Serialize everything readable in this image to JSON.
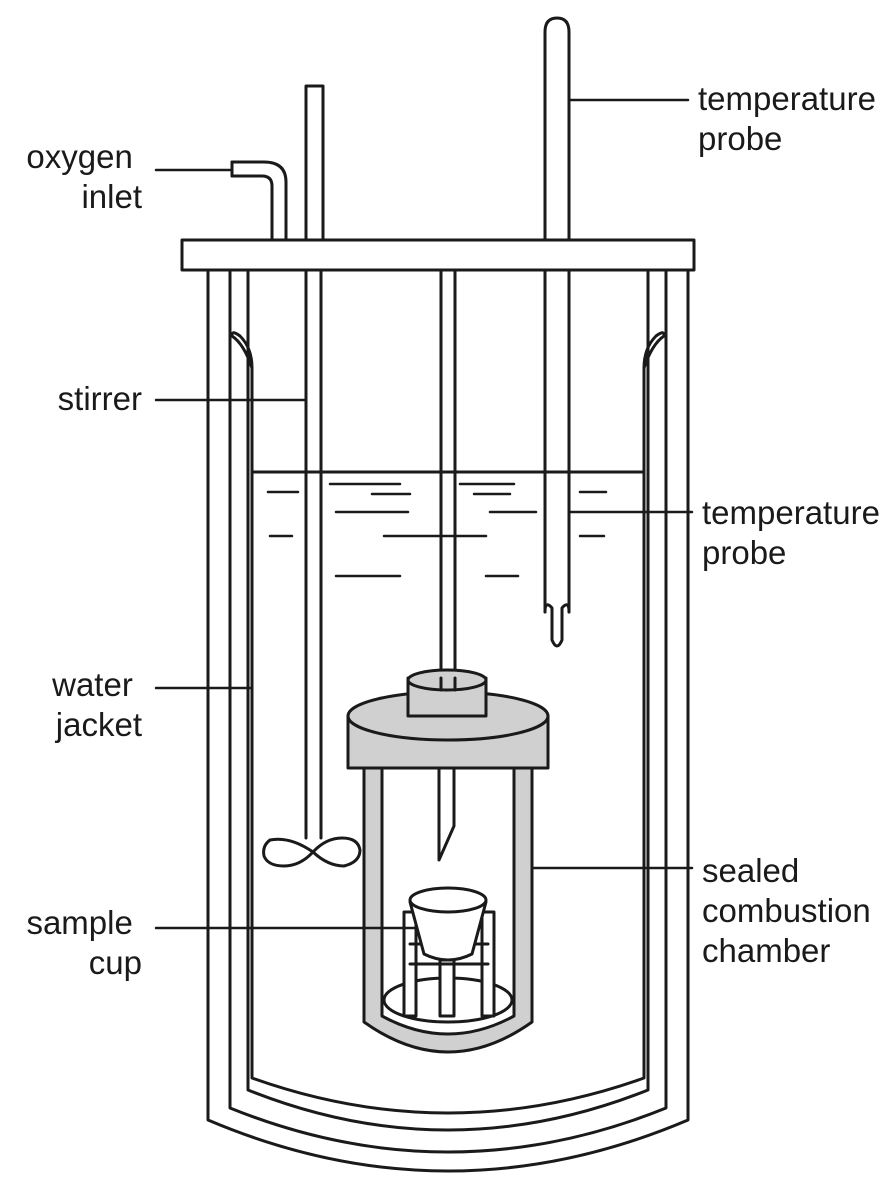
{
  "labels": {
    "oxygen_inlet": [
      "oxygen",
      "inlet"
    ],
    "temperature_probe_top": [
      "temperature",
      "probe"
    ],
    "stirrer": [
      "stirrer"
    ],
    "temperature_probe_side": [
      "temperature",
      "probe"
    ],
    "water_jacket": [
      "water",
      "jacket"
    ],
    "sealed_combustion_chamber": [
      "sealed",
      "combustion",
      "chamber"
    ],
    "sample_cup": [
      "sample",
      "cup"
    ]
  },
  "colors": {
    "line": "#1a1a1a",
    "chamber_wall": "#d0d0d0",
    "background": "#ffffff"
  }
}
